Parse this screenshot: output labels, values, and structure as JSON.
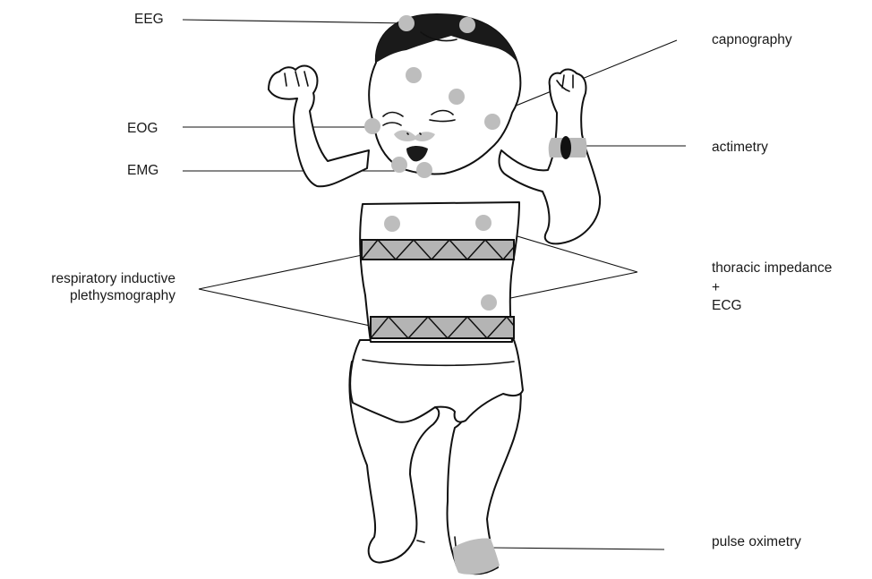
{
  "labels": {
    "eeg": "EEG",
    "eog": "EOG",
    "emg": "EMG",
    "respiratory_line1": "respiratory inductive",
    "respiratory_line2": "plethysmography",
    "capnography": "capnography",
    "actimetry": "actimetry",
    "thoracic_line1": "thoracic impedance",
    "thoracic_plus": "+",
    "thoracic_line2": "ECG",
    "pulse_oximetry": "pulse oximetry"
  },
  "colors": {
    "outline": "#111111",
    "electrode": "#bdbdbd",
    "band": "#b4b4b4",
    "actimeter": "#111111"
  }
}
